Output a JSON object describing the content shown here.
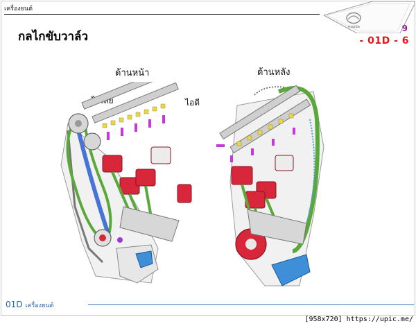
{
  "header": {
    "section": "เครื่องยนต์",
    "title": "กลไกขับวาล์ว",
    "page_number": "9",
    "code": "- 01D - 6",
    "logo_text": "mazda"
  },
  "labels": {
    "front": "ด้านหน้า",
    "rear": "ด้านหลัง",
    "exhaust": "ไอเสีย",
    "intake": "ไอดี"
  },
  "footer": {
    "code": "01D",
    "section": "เครื่องยนต์"
  },
  "watermark": "[958x720] https://upic.me/",
  "colors": {
    "title_code": "#e8141b",
    "page_number": "#8b1a8b",
    "footer": "#1e63b8",
    "piston": "#d8263a",
    "chain": "#5aa83a",
    "valve": "#e8d84a",
    "spring": "#c23ad8"
  }
}
